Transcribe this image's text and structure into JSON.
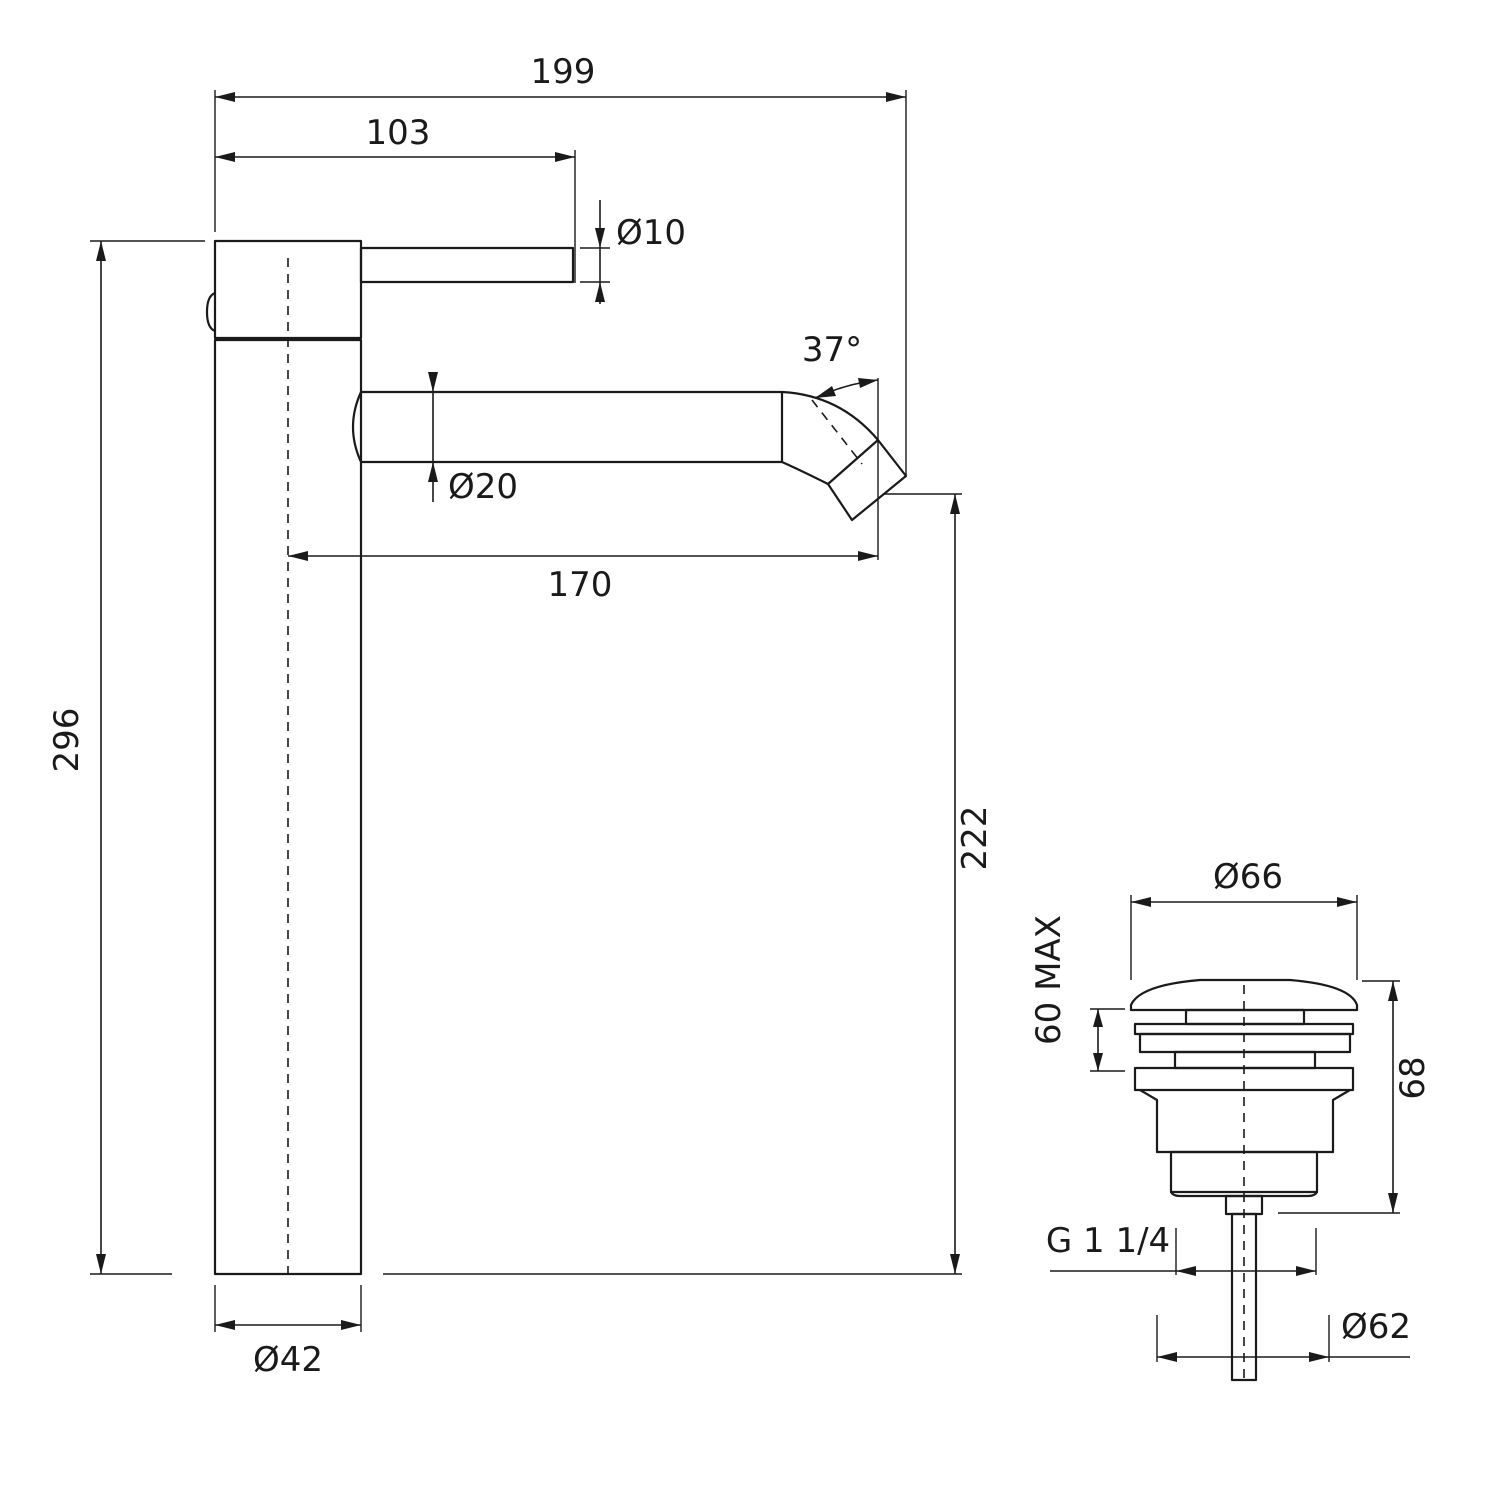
{
  "diagram": {
    "faucet": {
      "dimensions": {
        "overall_width": "199",
        "handle_reach": "103",
        "handle_diameter": "Ø10",
        "spout_angle": "37°",
        "spout_diameter": "Ø20",
        "spout_reach": "170",
        "total_height": "296",
        "spout_height": "222",
        "body_diameter": "Ø42"
      }
    },
    "drain": {
      "dimensions": {
        "cap_diameter": "Ø66",
        "adjustment": "60 MAX",
        "height": "68",
        "thread": "G 1 1/4",
        "flange_diameter": "Ø62"
      }
    }
  }
}
